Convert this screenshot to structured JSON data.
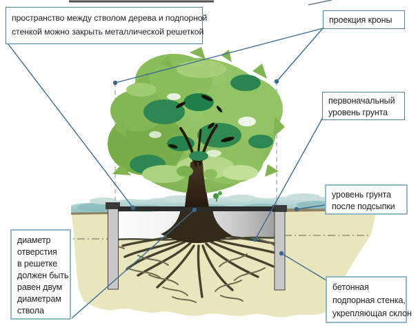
{
  "callouts": {
    "grate_note": {
      "lines": [
        "пространство между стволом дерева и подпорной",
        "стенкой можно закрыть металлической решеткой"
      ]
    },
    "crown_projection": {
      "lines": [
        "проекция кроны"
      ]
    },
    "initial_ground_level": {
      "lines": [
        "первоначальный",
        "уровень грунта"
      ]
    },
    "ground_level_after_fill": {
      "lines": [
        "уровень грунта",
        "после подсыпки"
      ]
    },
    "retaining_wall": {
      "lines": [
        "бетонная",
        "подпорная стенка,",
        "укрепляющая склон"
      ]
    },
    "grate_hole_diameter": {
      "lines": [
        "диаметр",
        "отверстия",
        "в решетке",
        "должен быть",
        "равен двум",
        "диаметрам",
        "ствола"
      ]
    }
  },
  "palette": {
    "callout_line": "#3a6c94",
    "callout_dot": "#39688e",
    "box_border_thin": "#4f7d9e",
    "box_border_thick": "#8fb6c9",
    "text": "#222222",
    "crown_green": "#87b955",
    "crown_dark_green": "#2c8752",
    "crown_light_green": "#b5d88a",
    "trunk_brown": "#3a2b1b",
    "soil_tan": "#e9e6bd",
    "humus_band": "#7c7152",
    "grass_teal": "#9cc6c8",
    "wall_gray": "#c9c9c9",
    "wall_cap": "#3a3a3a",
    "grate_bar": "#2c2c2c",
    "root_dark": "#45412f",
    "root_light": "#6f6a52",
    "pit_gray": "#b5b5b5",
    "projection_dash": "#9aa5ad",
    "grade_dashdot": "#8f8f7c"
  }
}
